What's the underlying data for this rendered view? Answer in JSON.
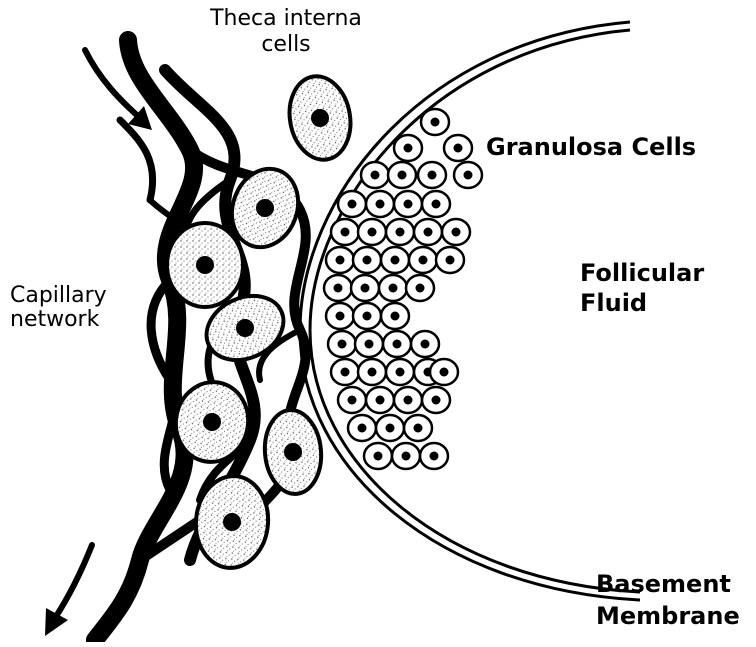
{
  "labels": {
    "theca_line1": "Theca interna",
    "theca_line2": "cells",
    "granulosa": "Granulosa Cells",
    "follicular_line1": "Follicular",
    "follicular_line2": "Fluid",
    "capillary_line1": "Capillary",
    "capillary_line2": "network",
    "basement_line1": "Basement",
    "basement_line2": "Membrane"
  },
  "colors": {
    "ink": "#000000",
    "paper": "#ffffff"
  }
}
